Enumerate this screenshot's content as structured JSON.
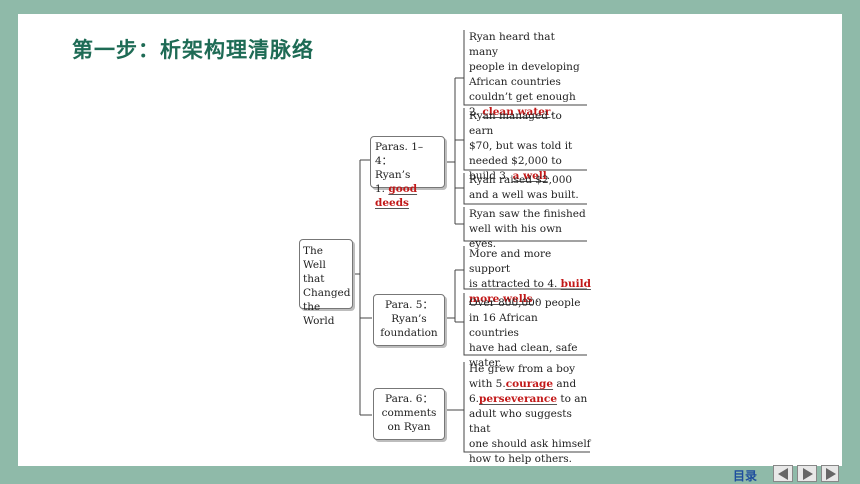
{
  "title": "第一步：析架构理清脉络",
  "root": {
    "lines": [
      "The Well",
      "that",
      "Changed",
      "the World"
    ]
  },
  "branches": [
    {
      "lines": [
        "Paras. 1–4：",
        "Ryan’s"
      ],
      "prefix": "1. ",
      "answer": "good deeds"
    },
    {
      "lines": [
        "Para. 5：",
        "Ryan’s",
        "foundation"
      ]
    },
    {
      "lines": [
        "Para. 6：",
        "comments",
        "on Ryan"
      ]
    }
  ],
  "leaves": {
    "b1": [
      {
        "lines": [
          "Ryan heard that many",
          "people in  developing",
          "African  countries",
          "couldn’t get enough"
        ],
        "prefix": "2. ",
        "answer": "clean water",
        "suffix": "."
      },
      {
        "lines": [
          "Ryan managed to earn",
          "$70, but was told it",
          "needed $2,000  to"
        ],
        "prefix": "build 3. ",
        "answer": "a well",
        "suffix": "."
      },
      {
        "lines": [
          "Ryan raised $2,000",
          "and a well was built."
        ]
      },
      {
        "lines": [
          "Ryan saw the finished",
          "well with his own eyes."
        ]
      }
    ],
    "b2": [
      {
        "lines": [
          "More and more support"
        ],
        "prefix": "is attracted to 4. ",
        "answer": "build",
        "answer2": "more wells",
        "suffix": " ."
      },
      {
        "lines": [
          "Over 800,000 people",
          "in 16 African countries",
          "have had clean, safe",
          "water."
        ]
      }
    ],
    "b3": {
      "line1": "He grew from a boy",
      "prefix1": "with 5.",
      "answer1": "courage",
      "mid": "  and",
      "prefix2": "6.",
      "answer2": "perseverance",
      "suffix2": "  to an",
      "lines": [
        "adult who suggests that",
        "one should ask himself",
        "how to help others."
      ]
    }
  },
  "footer": {
    "nav_label": "目录"
  }
}
